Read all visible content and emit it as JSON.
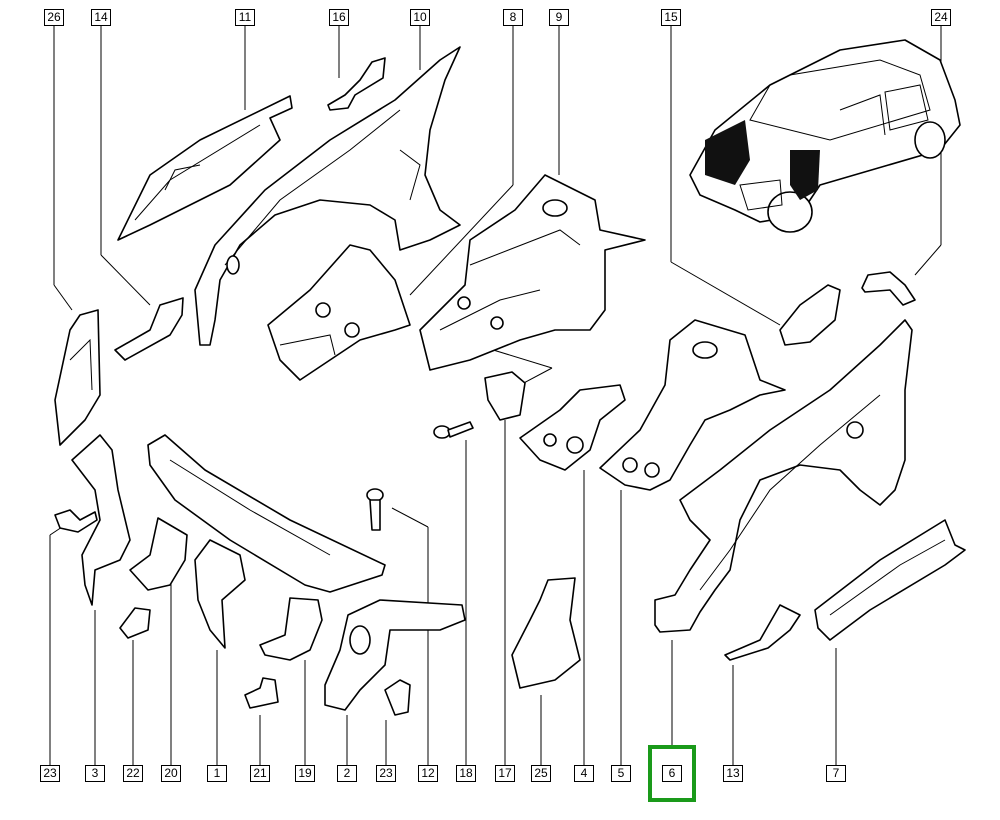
{
  "callouts": {
    "top": [
      "26",
      "14",
      "11",
      "16",
      "10",
      "8",
      "9",
      "15",
      "24"
    ],
    "bottom": [
      "23",
      "3",
      "22",
      "20",
      "1",
      "21",
      "19",
      "2",
      "23",
      "12",
      "18",
      "17",
      "25",
      "4",
      "5",
      "6",
      "13",
      "7"
    ]
  },
  "highlighted_part": "6",
  "colors": {
    "highlight": "#1a9a1a",
    "ink": "#000000"
  }
}
